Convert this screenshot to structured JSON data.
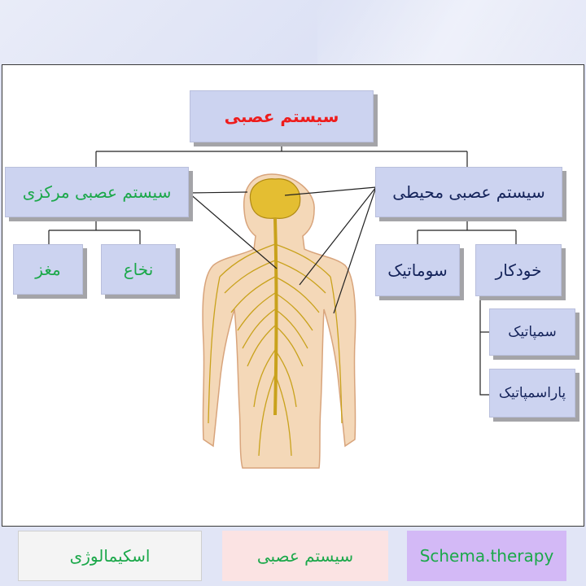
{
  "diagram": {
    "root": "سیستم عصبی",
    "central": "سیستم عصبی مرکزی",
    "brain": "مغز",
    "spinal_cord": "نخاع",
    "peripheral": "سیستم عصبی محیطی",
    "somatic": "سوماتیک",
    "autonomic": "خودکار",
    "sympathetic": "سمپاتیک",
    "parasympathetic": "پاراسمپاتیک"
  },
  "footer": {
    "left": "اسکیمالوژی",
    "center": "سیستم عصبی",
    "right": "Schema.therapy"
  },
  "colors": {
    "node_fill": "#ccd3f0",
    "root_text": "#ee1c1c",
    "green_text": "#1ba84a",
    "navy_text": "#14235a",
    "nerve": "#c9a21c",
    "skin": "#f4d8b8"
  }
}
